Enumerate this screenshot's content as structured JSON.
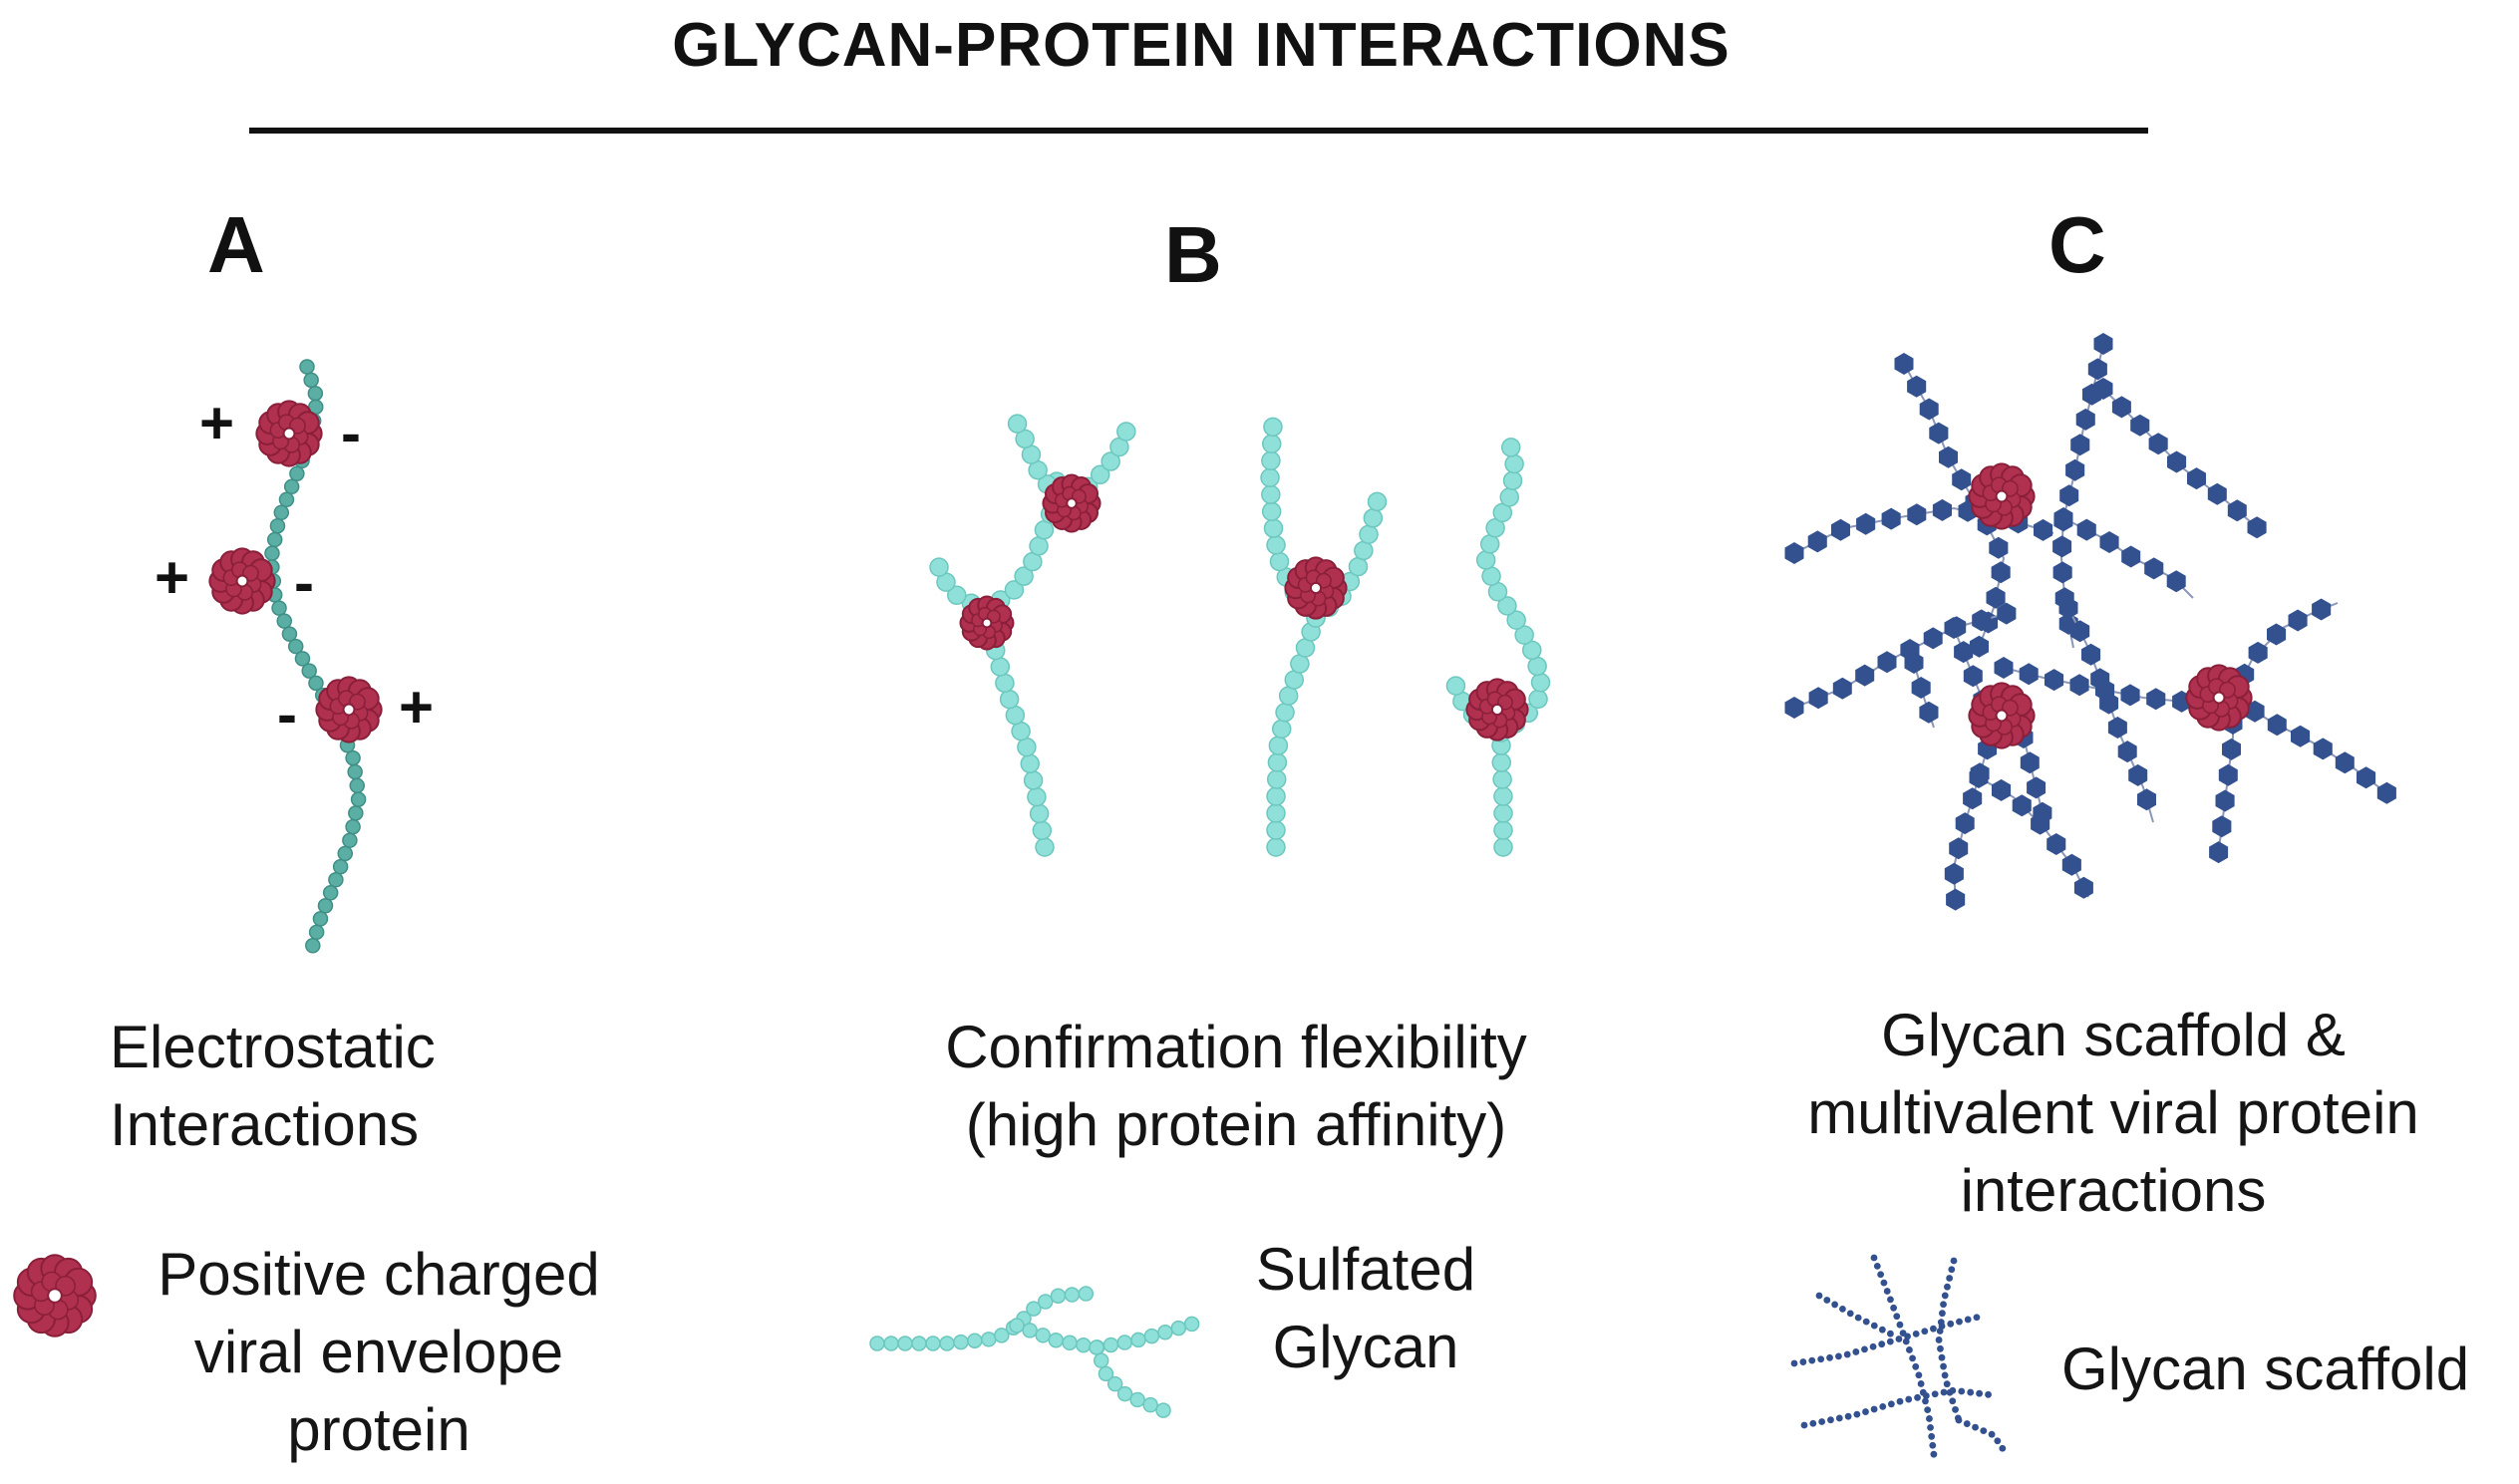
{
  "header": {
    "title": "GLYCAN-PROTEIN INTERACTIONS"
  },
  "panels": {
    "a": {
      "letter": "A",
      "caption_line1": "Electrostatic",
      "caption_line2": "Interactions",
      "charges": [
        "+",
        "-",
        "+",
        "-",
        "-",
        "+"
      ]
    },
    "b": {
      "letter": "B",
      "caption_line1": "Confirmation flexibility",
      "caption_line2": "(high protein affinity)"
    },
    "c": {
      "letter": "C",
      "caption_line1": "Glycan scaffold  &",
      "caption_line2": "multivalent viral protein",
      "caption_line3": "interactions"
    }
  },
  "legend": {
    "protein_line1": "Positive charged",
    "protein_line2": "viral envelope",
    "protein_line3": "protein",
    "glycan_line1": "Sulfated",
    "glycan_line2": "Glycan",
    "scaffold_label": "Glycan scaffold"
  },
  "colors": {
    "protein": "#b0304f",
    "protein_dark": "#8a1f3a",
    "chain_a": "#5aaea4",
    "sulfated_glycan": "#8fe0d8",
    "scaffold": "#33508f",
    "text": "#151515"
  },
  "icons": {
    "protein": "protein-icon",
    "sulfated_glycan": "glycan-chain-icon",
    "scaffold": "scaffold-icon"
  }
}
